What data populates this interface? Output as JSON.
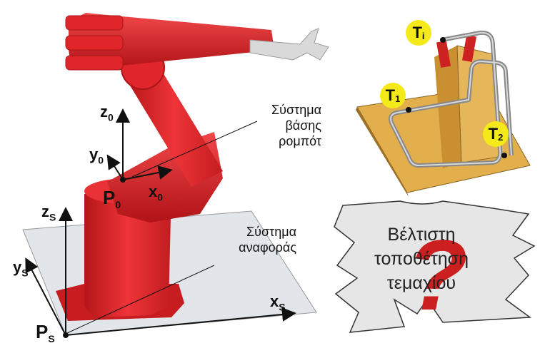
{
  "robot_frame": {
    "label": "Σύστημα βάσης ρομπότ",
    "line1": "Σύστημα",
    "line2": "βάσης",
    "line3": "ρομπότ",
    "origin": "P",
    "origin_sub": "0",
    "x_axis": "x",
    "x_sub": "0",
    "y_axis": "y",
    "y_sub": "0",
    "z_axis": "z",
    "z_sub": "0"
  },
  "reference_frame": {
    "label": "Σύστημα αναφοράς",
    "line1": "Σύστημα",
    "line2": "αναφοράς",
    "origin": "P",
    "origin_sub": "S",
    "x_axis": "x",
    "x_sub": "S",
    "y_axis": "y",
    "y_sub": "S",
    "z_axis": "z",
    "z_sub": "S"
  },
  "tool_points": [
    {
      "name": "T",
      "sub": "i"
    },
    {
      "name": "T",
      "sub": "1"
    },
    {
      "name": "T",
      "sub": "2"
    }
  ],
  "puzzle": {
    "line1": "Βέλτιστη",
    "line2": "τοποθέτηση",
    "line3": "τεμαχίου",
    "symbol": "?"
  },
  "colors": {
    "robot": "#e0262a",
    "robot_dark": "#a81518",
    "fixture": "#e3ae4c",
    "badge": "#f5ea19",
    "question": "#cc1f1f",
    "plane": "#e2e6ea"
  }
}
